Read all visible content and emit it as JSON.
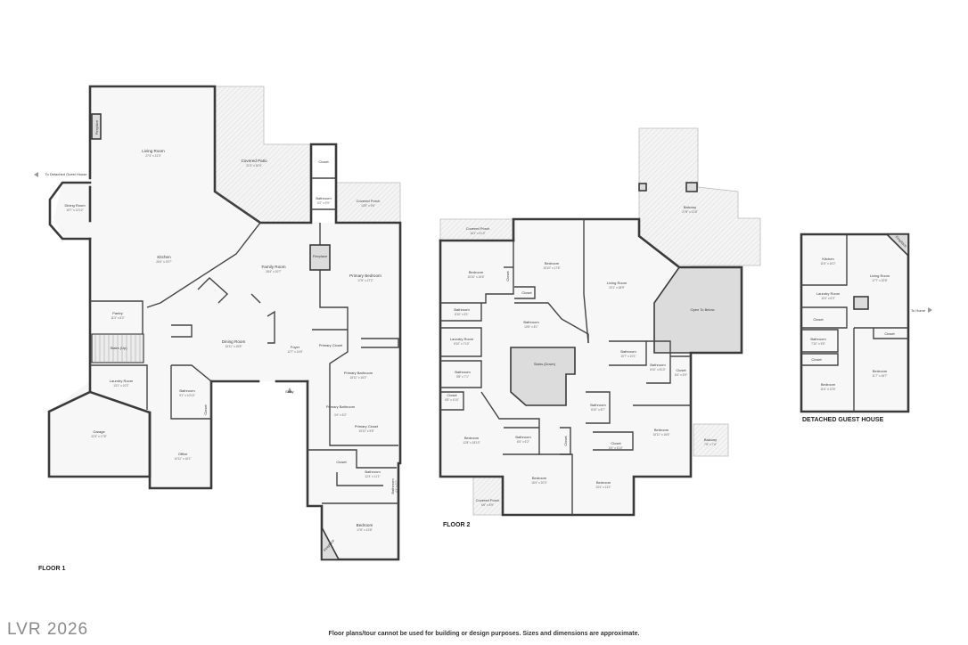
{
  "watermark": "LVR 2026",
  "disclaimer": "Floor plans/tour cannot be used for building or design purposes. Sizes and dimensions are approximate.",
  "floors": {
    "floor1": {
      "label": "FLOOR 1",
      "to_guest": "To Detached Guest House",
      "entry": "Entry",
      "rooms": {
        "living": {
          "name": "Living Room",
          "dim": "27'4\" x 31'3\""
        },
        "patio": {
          "name": "Covered Patio",
          "dim": "21'3\" x 30'4\""
        },
        "closet_top": {
          "name": "Closet"
        },
        "bath_top": {
          "name": "Bathroom",
          "dim": "5'2\" x 9'9\""
        },
        "porch": {
          "name": "Covered Porch",
          "dim": "14'9\" x 9'6\""
        },
        "fireplace_l": {
          "name": "Fireplace"
        },
        "fireplace_c": {
          "name": "Fireplace"
        },
        "dining_l": {
          "name": "Dining Room",
          "dim": "15'7\" x 12'10\""
        },
        "kitchen": {
          "name": "Kitchen",
          "dim": "26'4\" x 23'7\""
        },
        "family": {
          "name": "Family Room",
          "dim": "28'4\" x 20'7\""
        },
        "primary_bed": {
          "name": "Primary Bedroom",
          "dim": "17'6\" x 27'2\""
        },
        "pantry": {
          "name": "Pantry",
          "dim": "11'3\" x 5'2\""
        },
        "stairs_up": {
          "name": "Stairs (Up)"
        },
        "dining_c": {
          "name": "Dining Room",
          "dim": "15'11\" x 15'8\""
        },
        "foyer": {
          "name": "Foyer",
          "dim": "12'7\" x 14'6\""
        },
        "primary_closet_1": {
          "name": "Primary Closet"
        },
        "primary_bath": {
          "name": "Primary Bathroom",
          "dim": "18'11\" x 16'2\""
        },
        "laundry": {
          "name": "Laundry Room",
          "dim": "13'1\" x 10'2\""
        },
        "bath_mid": {
          "name": "Bathroom",
          "dim": "9'1\" x 10'10\""
        },
        "closet_mid": {
          "name": "Closet"
        },
        "primary_bath_2": {
          "name": "Primary Bathroom",
          "dim": "3'4\" x 5'2\""
        },
        "primary_closet_2": {
          "name": "Primary Closet",
          "dim": "15'11\" x 9'8\""
        },
        "garage": {
          "name": "Garage",
          "dim": "22'4\" x 17'8\""
        },
        "office": {
          "name": "Office",
          "dim": "10'11\" x 16'1\""
        },
        "closet_br": {
          "name": "Closet"
        },
        "bath_br": {
          "name": "Bathroom",
          "dim": "12'4\" x 11'1\""
        },
        "bath_br2": {
          "name": "Bathroom",
          "dim": "4'1\" x 5'7\""
        },
        "bedroom": {
          "name": "Bedroom",
          "dim": "17'6\" x 13'8\""
        },
        "fireplace_b": {
          "name": "Fireplace"
        }
      }
    },
    "floor2": {
      "label": "FLOOR 2",
      "rooms": {
        "balcony_top": {
          "name": "Balcony",
          "dim": "27'8\" x 12'8\""
        },
        "porch": {
          "name": "Covered Porch",
          "dim": "16'1\" x 4'10\""
        },
        "bed_tl": {
          "name": "Bedroom",
          "dim": "15'10\" x 16'6\""
        },
        "closet_a": {
          "name": "Closet"
        },
        "bed_tc": {
          "name": "Bedroom",
          "dim": "15'10\" x 17'8\""
        },
        "living": {
          "name": "Living Room",
          "dim": "20'1\" x 38'9\""
        },
        "closet_b": {
          "name": "Closet"
        },
        "bath_a": {
          "name": "Bathroom",
          "dim": "8'10\" x 5'1\""
        },
        "bath_b": {
          "name": "Bathroom",
          "dim": "10'8\" x 8'1\""
        },
        "open_below": {
          "name": "Open To Below"
        },
        "laundry": {
          "name": "Laundry Room",
          "dim": "8'10\" x 7'10\""
        },
        "stairs_down": {
          "name": "Stairs (Down)"
        },
        "bath_c": {
          "name": "Bathroom",
          "dim": "5'8\" x 7'1\""
        },
        "bath_d": {
          "name": "Bathroom",
          "dim": "10'7\" x 10'1\""
        },
        "bath_e": {
          "name": "Bathroom",
          "dim": "8'10\" x 8'7\""
        },
        "closet_c": {
          "name": "Closet",
          "dim": "8'4\" x 5'9\""
        },
        "closet_d": {
          "name": "Closet",
          "dim": "6'8\" x 4'10\""
        },
        "bath_f": {
          "name": "Bathroom",
          "dim": "8'10\" x 8'10\""
        },
        "bed_bl": {
          "name": "Bedroom",
          "dim": "12'8\" x 18'10\""
        },
        "bath_g": {
          "name": "Bathroom",
          "dim": "8'4\" x 6'2\""
        },
        "closet_e": {
          "name": "Closet"
        },
        "closet_f": {
          "name": "Closet",
          "dim": "8'4\" x 6'10\""
        },
        "bed_r": {
          "name": "Bedroom",
          "dim": "15'11\" x 16'6\""
        },
        "balcony_r": {
          "name": "Balcony",
          "dim": "7'6\" x 7'6\""
        },
        "bed_bc": {
          "name": "Bedroom",
          "dim": "16'4\" x 20'3\""
        },
        "bed_bc2": {
          "name": "Bedroom",
          "dim": "13'4\" x 13'1\""
        },
        "porch_b": {
          "name": "Covered Porch",
          "dim": "6'6\" x 8'9\""
        }
      }
    },
    "guest": {
      "label": "DETACHED GUEST HOUSE",
      "to_home": "To Home",
      "rooms": {
        "kitchen": {
          "name": "Kitchen",
          "dim": "11'6\" x 16'2\""
        },
        "fireplace": {
          "name": "Fireplace"
        },
        "living": {
          "name": "Living Room",
          "dim": "17'7\" x 20'8\""
        },
        "laundry": {
          "name": "Laundry Room",
          "dim": "11'6\" x 6'3\""
        },
        "closet_a": {
          "name": "Closet"
        },
        "closet_b": {
          "name": "Closet"
        },
        "bath": {
          "name": "Bathroom",
          "dim": "7'10\" x 5'5\""
        },
        "closet_c": {
          "name": "Closet"
        },
        "bed_l": {
          "name": "Bedroom",
          "dim": "11'6\" x 12'6\""
        },
        "bed_r": {
          "name": "Bedroom",
          "dim": "11'7\" x 16'7\""
        }
      }
    }
  }
}
